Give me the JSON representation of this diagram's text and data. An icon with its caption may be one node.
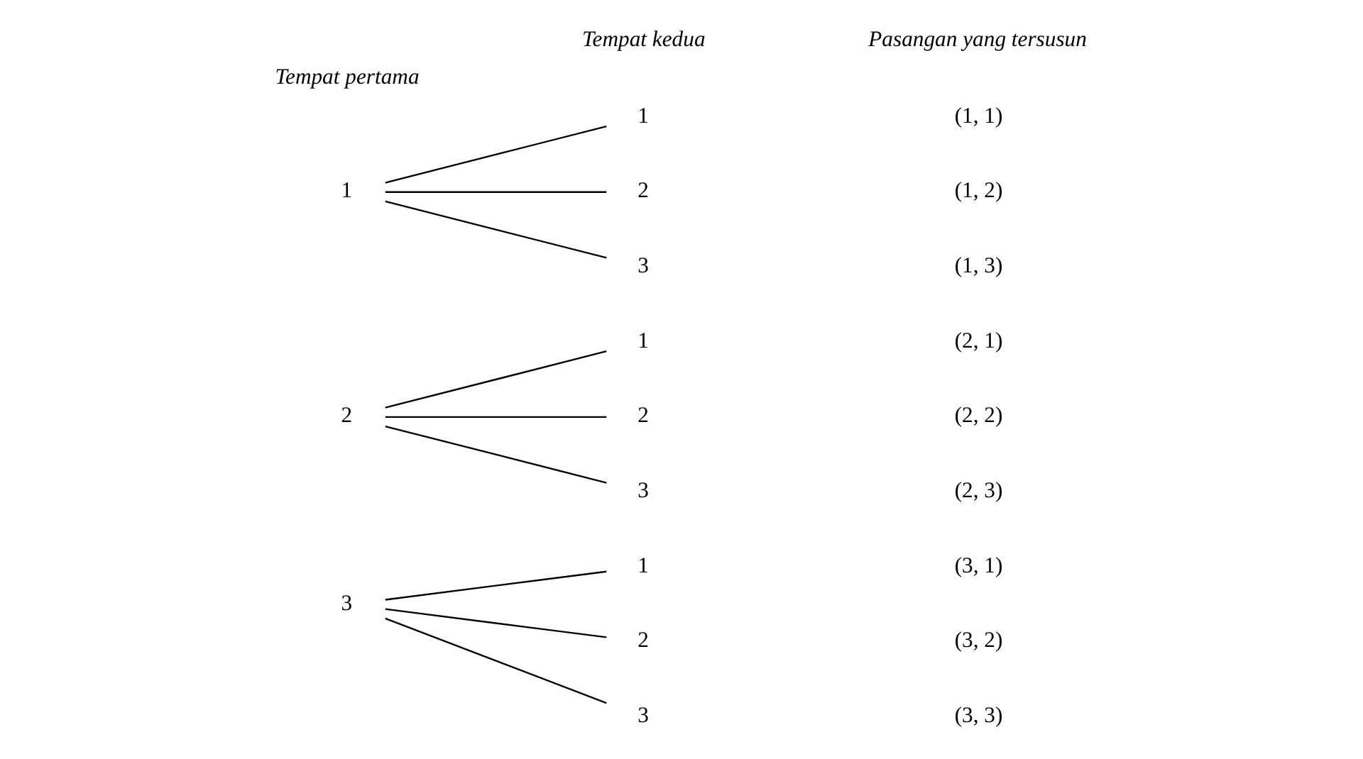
{
  "diagram": {
    "nodes": [
      {
        "text": [
          "1"
        ]
      },
      {
        "text": [
          "1"
        ]
      },
      {
        "text": [
          "2"
        ]
      },
      {
        "text": [
          "3"
        ]
      },
      {
        "text": [
          "2"
        ]
      },
      {
        "text": [
          "1"
        ]
      },
      {
        "text": [
          "2"
        ]
      },
      {
        "text": [
          "3"
        ]
      },
      {
        "text": [
          "3"
        ]
      },
      {
        "text": [
          "1"
        ]
      },
      {
        "text": [
          "2"
        ]
      },
      {
        "text": [
          "3"
        ]
      }
    ],
    "edges": [
      {
        "from": 0,
        "to": 1,
        "arrow": "none"
      },
      {
        "from": 0,
        "to": 2,
        "arrow": "none"
      },
      {
        "from": 0,
        "to": 3,
        "arrow": "none"
      },
      {
        "from": 4,
        "to": 5,
        "arrow": "none"
      },
      {
        "from": 4,
        "to": 6,
        "arrow": "none"
      },
      {
        "from": 4,
        "to": 7,
        "arrow": "none"
      },
      {
        "from": 8,
        "to": 9,
        "arrow": "none"
      },
      {
        "from": 8,
        "to": 10,
        "arrow": "none"
      },
      {
        "from": 8,
        "to": 11,
        "arrow": "none"
      }
    ],
    "labels": [
      "Tempat pertama",
      "Tempat kedua",
      "Pasangan yang tersusun",
      "(1, 1)",
      "(1, 2)",
      "(1, 3)",
      "(2, 1)",
      "(2, 2)",
      "(2, 3)",
      "(3, 1)",
      "(3, 2)",
      "(3, 3)"
    ]
  }
}
